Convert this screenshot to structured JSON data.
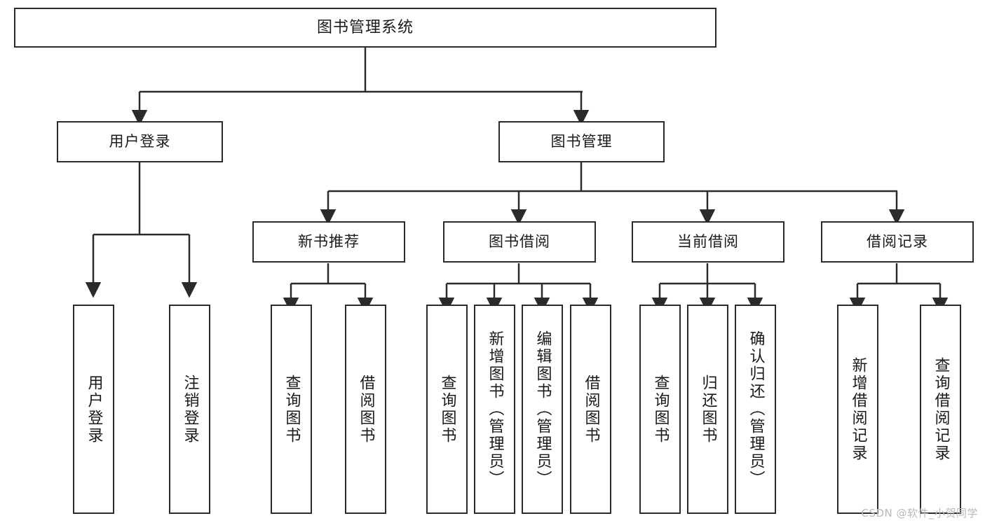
{
  "diagram": {
    "title": "图书管理系统",
    "type": "tree-hierarchy-diagram",
    "watermark": "CSDN @软件_小贺同学",
    "colors": {
      "box_border": "#2b2b2b",
      "box_fill": "#ffffff",
      "connector": "#2b2b2b",
      "text": "#1a1a1a",
      "watermark": "#b9b9b9",
      "background": "#ffffff"
    }
  },
  "nodes": {
    "root": {
      "label": "图书管理系统"
    },
    "level2": [
      {
        "id": "user-login",
        "label": "用户登录"
      },
      {
        "id": "book-manage",
        "label": "图书管理"
      }
    ],
    "level3": [
      {
        "id": "new-book-recommend",
        "label": "新书推荐"
      },
      {
        "id": "book-borrow",
        "label": "图书借阅"
      },
      {
        "id": "current-borrow",
        "label": "当前借阅"
      },
      {
        "id": "borrow-record",
        "label": "借阅记录"
      }
    ],
    "leaves": {
      "user_login": [
        {
          "id": "leaf-user-login",
          "label": "用户登录"
        },
        {
          "id": "leaf-logout-login",
          "label": "注销登录"
        }
      ],
      "new_book_recommend": [
        {
          "id": "leaf-query-book-1",
          "label": "查询图书"
        },
        {
          "id": "leaf-borrow-book-1",
          "label": "借阅图书"
        }
      ],
      "book_borrow": [
        {
          "id": "leaf-query-book-2",
          "label": "查询图书"
        },
        {
          "id": "leaf-add-book",
          "label": "新增图书（管理员）"
        },
        {
          "id": "leaf-edit-book",
          "label": "编辑图书（管理员）"
        },
        {
          "id": "leaf-borrow-book-2",
          "label": "借阅图书"
        }
      ],
      "current_borrow": [
        {
          "id": "leaf-query-book-3",
          "label": "查询图书"
        },
        {
          "id": "leaf-return-book",
          "label": "归还图书"
        },
        {
          "id": "leaf-confirm-return",
          "label": "确认归还（管理员）"
        }
      ],
      "borrow_record": [
        {
          "id": "leaf-add-record",
          "label": "新增借阅记录"
        },
        {
          "id": "leaf-query-record",
          "label": "查询借阅记录"
        }
      ]
    }
  }
}
